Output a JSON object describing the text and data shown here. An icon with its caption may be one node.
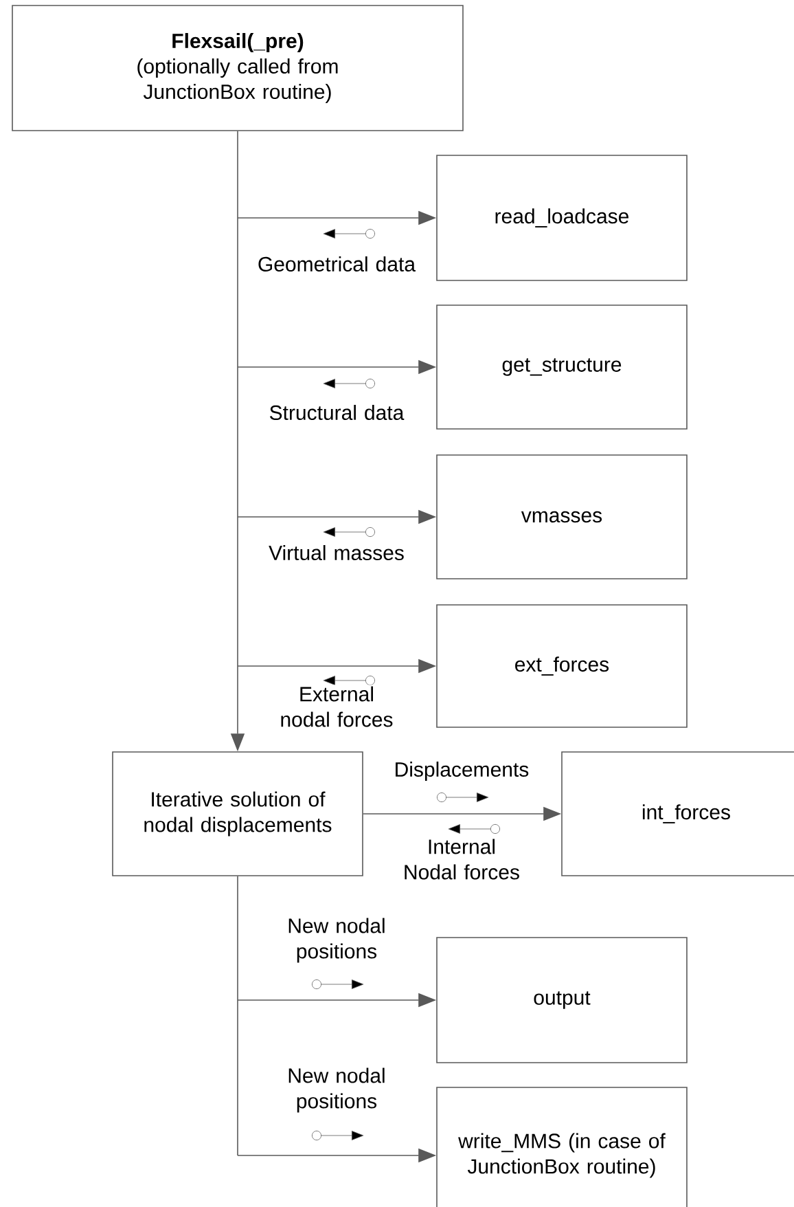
{
  "diagram": {
    "nodes": [
      {
        "text": [
          "Flexsail(_pre)",
          "(optionally called from JunctionBox routine)"
        ]
      },
      {
        "text": [
          "read_loadcase"
        ]
      },
      {
        "text": [
          "get_structure"
        ]
      },
      {
        "text": [
          "vmasses"
        ]
      },
      {
        "text": [
          "ext_forces"
        ]
      },
      {
        "text": [
          "Iterative solution of nodal displacements"
        ]
      },
      {
        "text": [
          "int_forces"
        ]
      },
      {
        "text": [
          "output"
        ]
      },
      {
        "text": [
          "write_MMS (in case of JunctionBox routine)"
        ]
      }
    ],
    "edges": [
      {
        "from": 0,
        "to": 1,
        "arrow": "to",
        "label": "Geometrical data"
      },
      {
        "from": 0,
        "to": 2,
        "arrow": "to",
        "label": "Structural data"
      },
      {
        "from": 0,
        "to": 3,
        "arrow": "to",
        "label": "Virtual masses"
      },
      {
        "from": 0,
        "to": 4,
        "arrow": "to",
        "label": "External nodal forces"
      },
      {
        "from": 0,
        "to": 5,
        "arrow": "to"
      },
      {
        "from": 5,
        "to": 6,
        "arrow": "to",
        "label": "Displacements"
      },
      {
        "from": 5,
        "to": 7,
        "arrow": "to",
        "label": "New nodal positions"
      },
      {
        "from": 5,
        "to": 8,
        "arrow": "to",
        "label": "New nodal positions"
      }
    ],
    "labels": [
      "Internal Nodal forces"
    ]
  }
}
